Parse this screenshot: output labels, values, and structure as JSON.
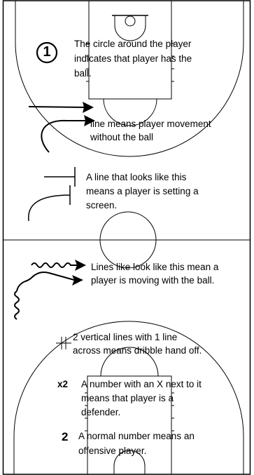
{
  "legend": {
    "ball_holder": {
      "symbol": "1",
      "lines": [
        "The circle around the player",
        "indicates that player has the",
        "ball."
      ]
    },
    "movement": {
      "lines": [
        "line means player movement",
        "without the ball"
      ]
    },
    "screen": {
      "lines": [
        "A line that looks like this",
        "means a player is setting a",
        "screen."
      ]
    },
    "dribble": {
      "lines": [
        "Lines like look like this mean a",
        "player is moving with the ball."
      ]
    },
    "handoff": {
      "lines": [
        "2 vertical lines with 1 line",
        "across means dribble hand off."
      ]
    },
    "defender": {
      "symbol": "x2",
      "lines": [
        "A number with an X next to it",
        "means that player is a",
        "defender."
      ]
    },
    "offense": {
      "symbol": "2",
      "lines": [
        "A normal number means an",
        "offensive player."
      ]
    }
  },
  "colors": {
    "court_line": "#000000",
    "background": "#ffffff"
  }
}
